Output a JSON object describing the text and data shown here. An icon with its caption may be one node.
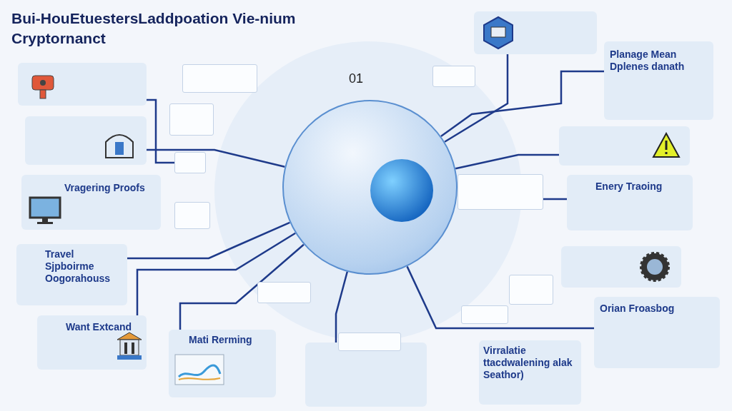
{
  "diagram": {
    "title": "Bui-HouEtuestersLaddpoation Vie-nium Cryptornanct",
    "nodes": [
      {
        "text": [],
        "shape": "circle"
      },
      {
        "text": [],
        "shape": "box"
      },
      {
        "text": [],
        "shape": "box"
      },
      {
        "text": [
          "Vragering Proofs"
        ]
      },
      {
        "text": [
          "Travel Sjpboirme Oogorahouss"
        ]
      },
      {
        "text": [
          "Want Extcand"
        ]
      },
      {
        "text": [
          "Mati Rerming"
        ]
      },
      {
        "text": [],
        "shape": "box"
      },
      {
        "text": [
          "Virralatie ttacdwalening alak Seathor)"
        ]
      },
      {
        "text": [
          "Orian Froasbog"
        ]
      },
      {
        "text": [],
        "shape": "box"
      },
      {
        "text": [
          "Enery Traoing"
        ]
      },
      {
        "text": [],
        "shape": "box"
      },
      {
        "text": [
          "Planage Mean Dplenes danath"
        ]
      },
      {
        "text": [],
        "shape": "box"
      },
      {
        "text": [],
        "shape": "box"
      },
      {
        "text": [],
        "shape": "box"
      },
      {
        "text": [],
        "shape": "box"
      },
      {
        "text": [],
        "shape": "box"
      },
      {
        "text": [],
        "shape": "box"
      },
      {
        "text": [],
        "shape": "box"
      },
      {
        "text": [],
        "shape": "box"
      },
      {
        "text": [],
        "shape": "box"
      },
      {
        "text": [],
        "shape": "box"
      },
      {
        "text": [],
        "shape": "box"
      }
    ],
    "edges": [
      {
        "from": 1,
        "to": 16,
        "arrow": "none"
      },
      {
        "from": 2,
        "to": 0,
        "arrow": "none"
      },
      {
        "from": 4,
        "to": 0,
        "arrow": "none"
      },
      {
        "from": 5,
        "to": 0,
        "arrow": "none"
      },
      {
        "from": 6,
        "to": 0,
        "arrow": "none"
      },
      {
        "from": 7,
        "to": 0,
        "arrow": "none"
      },
      {
        "from": 9,
        "to": 0,
        "arrow": "none"
      },
      {
        "from": 11,
        "to": 22,
        "arrow": "none"
      },
      {
        "from": 12,
        "to": 0,
        "arrow": "none"
      },
      {
        "from": 13,
        "to": 0,
        "arrow": "none"
      },
      {
        "from": 14,
        "to": 0,
        "arrow": "none"
      }
    ],
    "labels": [
      "01"
    ]
  }
}
